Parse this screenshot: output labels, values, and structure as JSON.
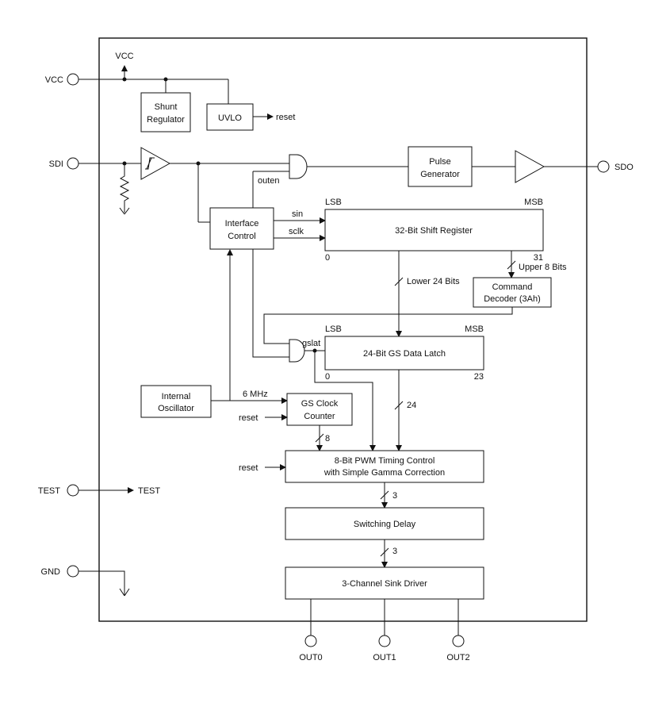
{
  "pins": {
    "vcc": "VCC",
    "sdi": "SDI",
    "sdo": "SDO",
    "test": "TEST",
    "gnd": "GND",
    "out0": "OUT0",
    "out1": "OUT1",
    "out2": "OUT2"
  },
  "blocks": {
    "shunt_line1": "Shunt",
    "shunt_line2": "Regulator",
    "uvlo": "UVLO",
    "pulse_line1": "Pulse",
    "pulse_line2": "Generator",
    "iface_line1": "Interface",
    "iface_line2": "Control",
    "shift_register": "32-Bit Shift Register",
    "cmd_line1": "Command",
    "cmd_line2": "Decoder (3Ah)",
    "gs_latch": "24-Bit GS Data Latch",
    "osc_line1": "Internal",
    "osc_line2": "Oscillator",
    "gsclk_line1": "GS Clock",
    "gsclk_line2": "Counter",
    "pwm_line1": "8-Bit PWM Timing Control",
    "pwm_line2": "with Simple Gamma Correction",
    "switching_delay": "Switching Delay",
    "sink_driver": "3-Channel Sink Driver"
  },
  "signals": {
    "vcc_internal": "VCC",
    "reset_uvlo": "reset",
    "outen": "outen",
    "sin": "sin",
    "sclk": "sclk",
    "lsb_shift": "LSB",
    "msb_shift": "MSB",
    "bit0_shift": "0",
    "bit31_shift": "31",
    "upper_bits": "Upper 8 Bits",
    "lower_bits": "Lower 24 Bits",
    "lsb_latch": "LSB",
    "msb_latch": "MSB",
    "bit0_latch": "0",
    "bit23_latch": "23",
    "gslat": "gslat",
    "freq": "6 MHz",
    "reset_counter": "reset",
    "reset_pwm": "reset",
    "bus_24": "24",
    "bus_8": "8",
    "bus_3a": "3",
    "bus_3b": "3",
    "test_internal": "TEST"
  }
}
